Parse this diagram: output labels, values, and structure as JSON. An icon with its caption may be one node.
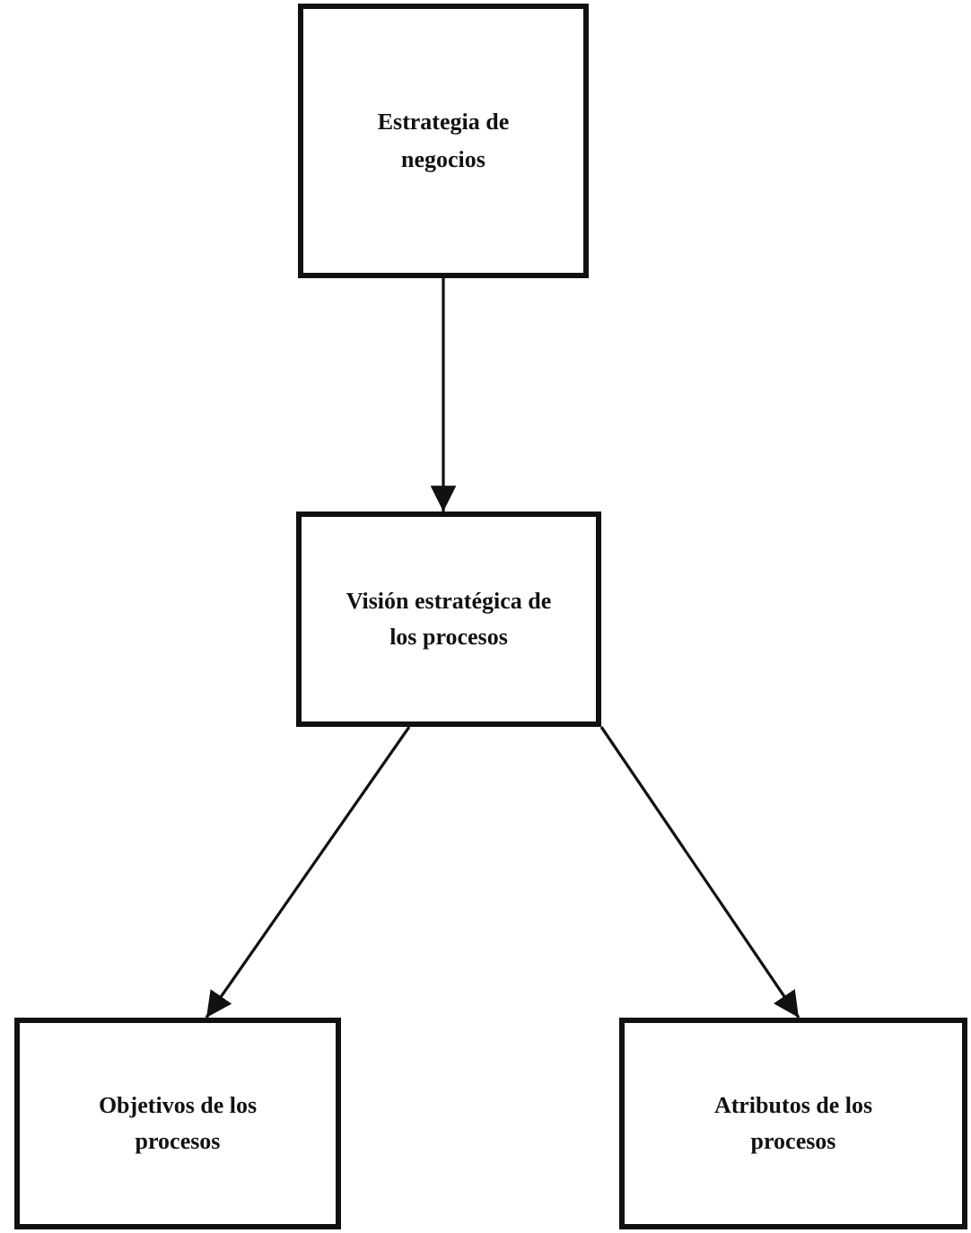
{
  "diagram": {
    "nodes": [
      {
        "text": [
          "Estrategia de negocios"
        ]
      },
      {
        "text": [
          "Visión estratégica de los procesos"
        ]
      },
      {
        "text": [
          "Objetivos de los procesos"
        ]
      },
      {
        "text": [
          "Atributos de los procesos"
        ]
      }
    ],
    "edges": [
      {
        "from": 0,
        "to": 1,
        "arrow": "to"
      },
      {
        "from": 1,
        "to": 2,
        "arrow": "to"
      },
      {
        "from": 1,
        "to": 3,
        "arrow": "to"
      }
    ]
  }
}
